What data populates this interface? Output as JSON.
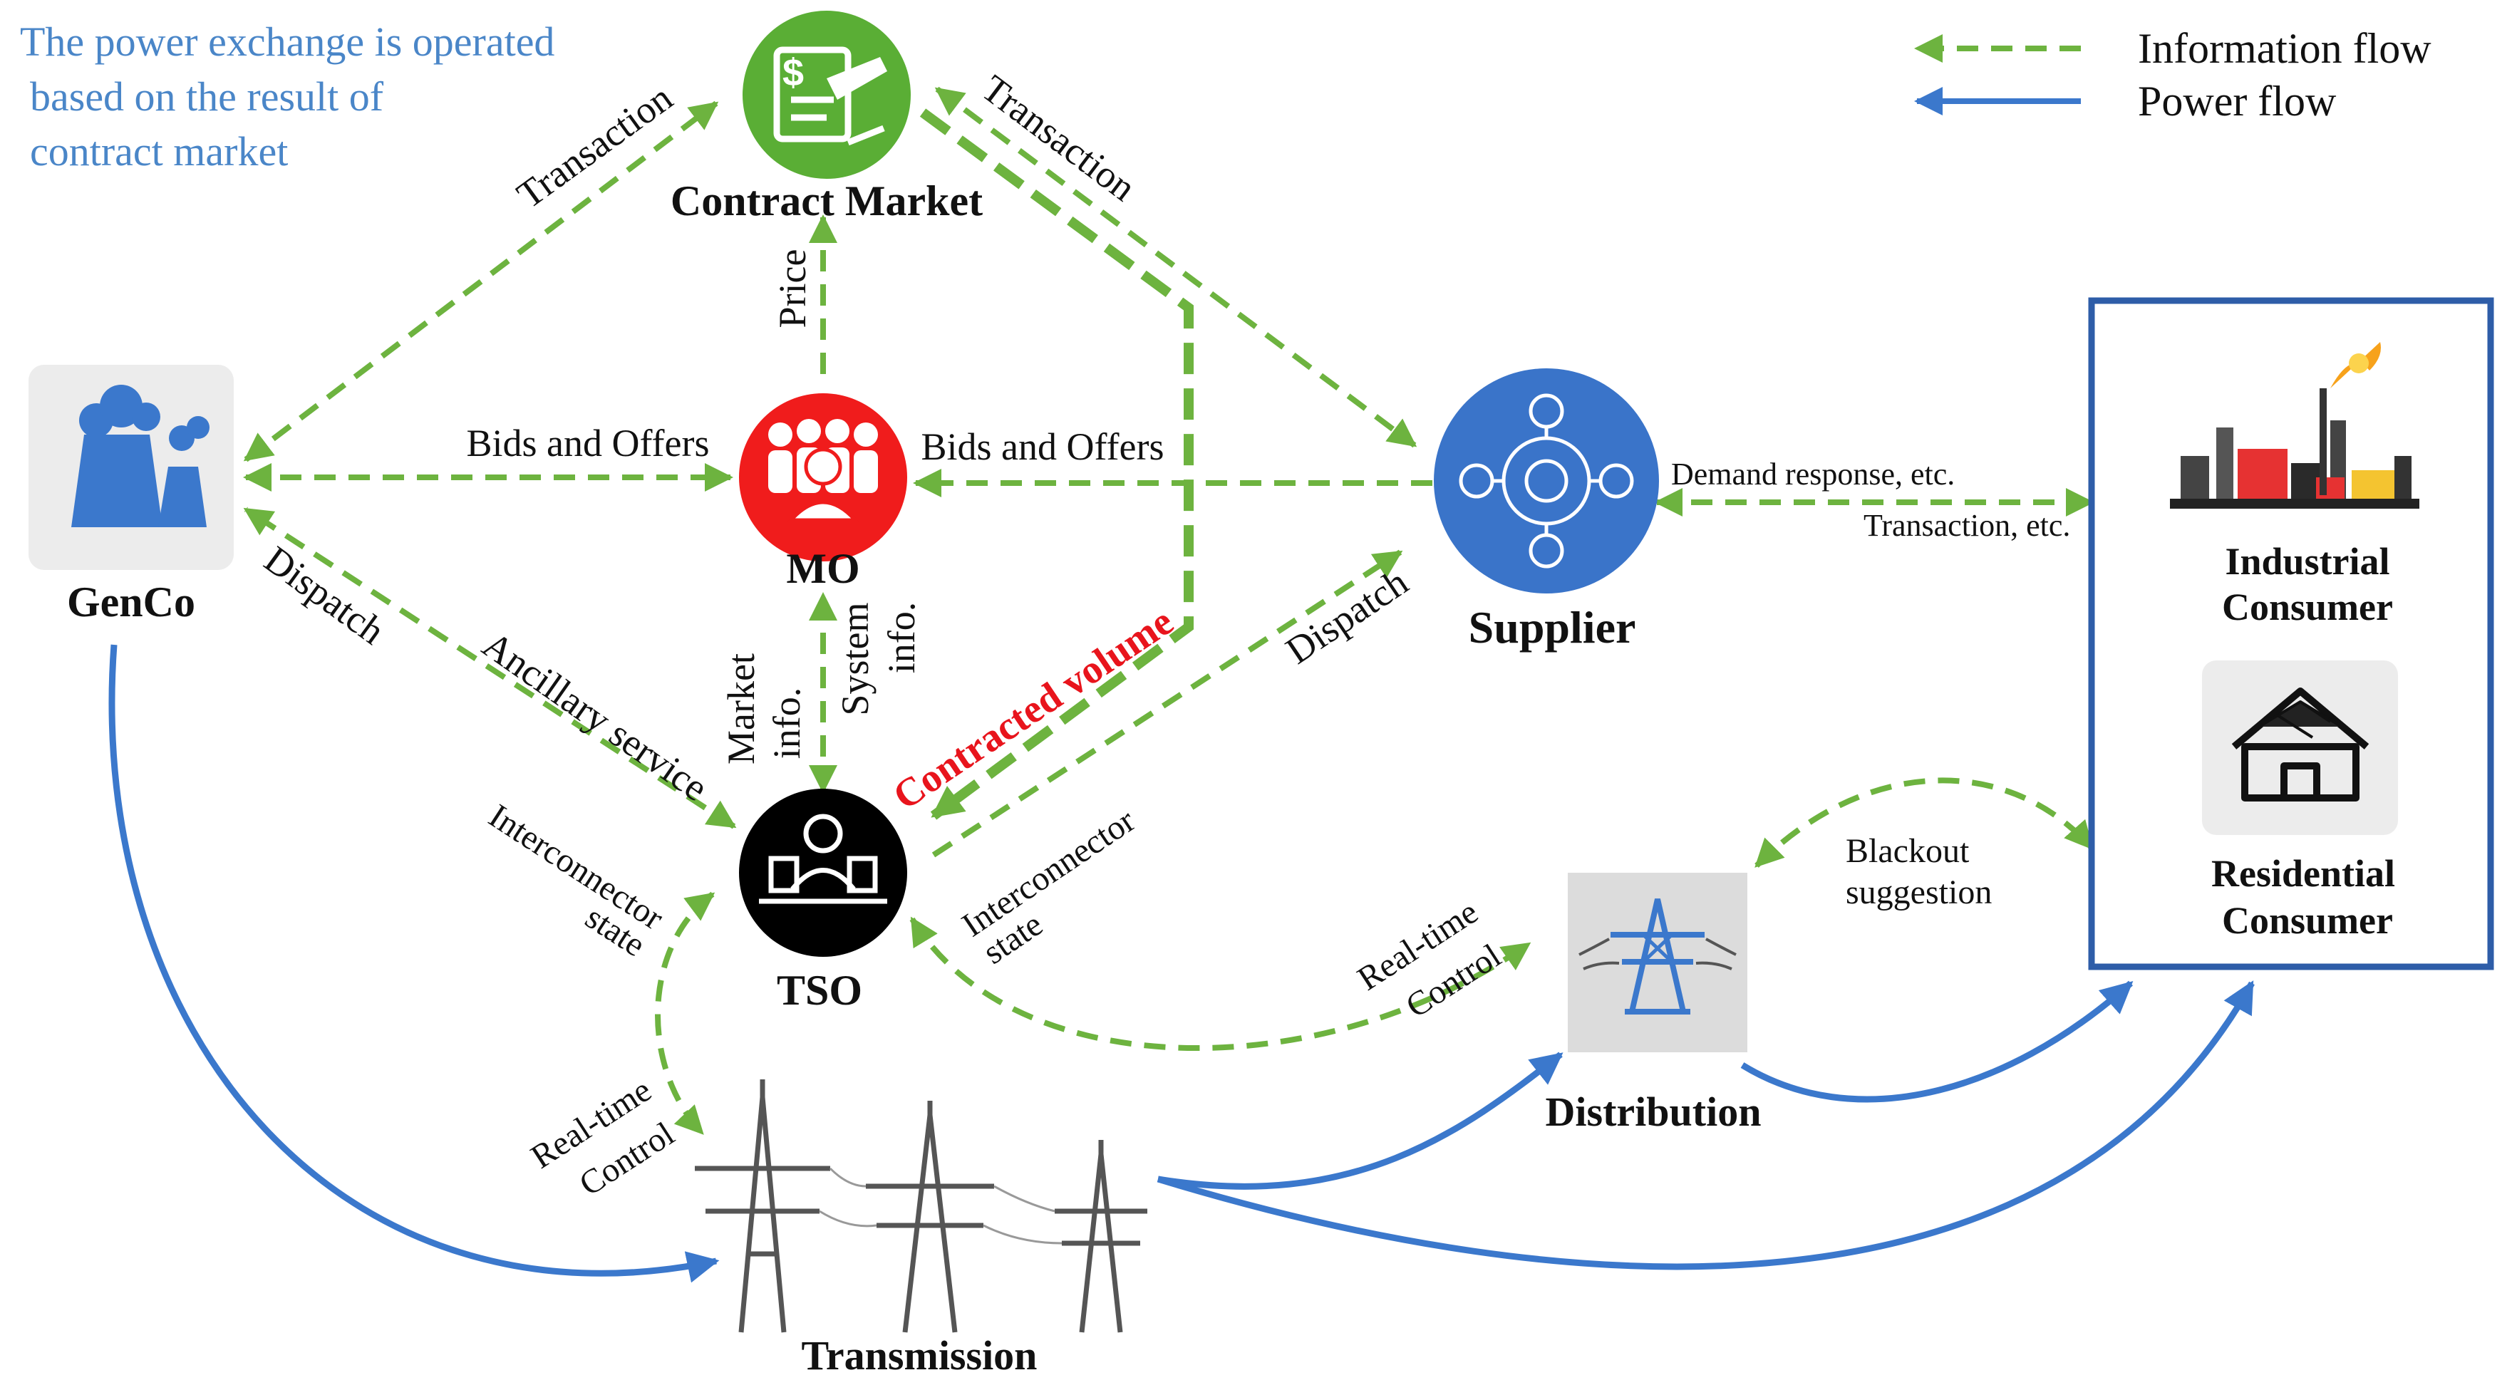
{
  "note": {
    "line1": "The power exchange is operated",
    "line2": "based on the result of",
    "line3": "contract market"
  },
  "legend": {
    "information_flow": "Information flow",
    "power_flow": "Power flow"
  },
  "nodes": {
    "contract_market": "Contract Market",
    "genco": "GenCo",
    "mo": "MO",
    "supplier": "Supplier",
    "tso": "TSO",
    "transmission": "Transmission",
    "distribution": "Distribution",
    "industrial_line1": "Industrial",
    "industrial_line2": "Consumer",
    "residential_line1": "Residential",
    "residential_line2": "Consumer"
  },
  "edge_labels": {
    "transaction_left": "Transaction",
    "transaction_right": "Transaction",
    "price": "Price",
    "bids_offers_left": "Bids and Offers",
    "bids_offers_right": "Bids and Offers",
    "demand_response": "Demand response, etc.",
    "transaction_etc": "Transaction, etc.",
    "dispatch_left": "Dispatch",
    "ancillary_service": "Ancillary service",
    "dispatch_right": "Dispatch",
    "market_info_1": "Market",
    "market_info_2": "info.",
    "system_info_1": "System",
    "system_info_2": "info.",
    "contracted_volume": "Contracted volume",
    "interconnector_left_1": "Interconnector",
    "interconnector_left_2": "state",
    "interconnector_right_1": "Interconnector",
    "interconnector_right_2": "state",
    "realtime_left_1": "Real-time",
    "realtime_left_2": "Control",
    "realtime_right_1": "Real-time",
    "realtime_right_2": "Control",
    "blackout_1": "Blackout",
    "blackout_2": "suggestion"
  },
  "colors": {
    "information_flow": "#6db33f",
    "power_flow": "#3b78cc",
    "contract_market": "#5aae35",
    "mo": "#f01c1c",
    "supplier": "#3a74c9",
    "tso": "#000000",
    "consumer_box": "#2e5da8",
    "contracted_volume": "#e8141c"
  }
}
